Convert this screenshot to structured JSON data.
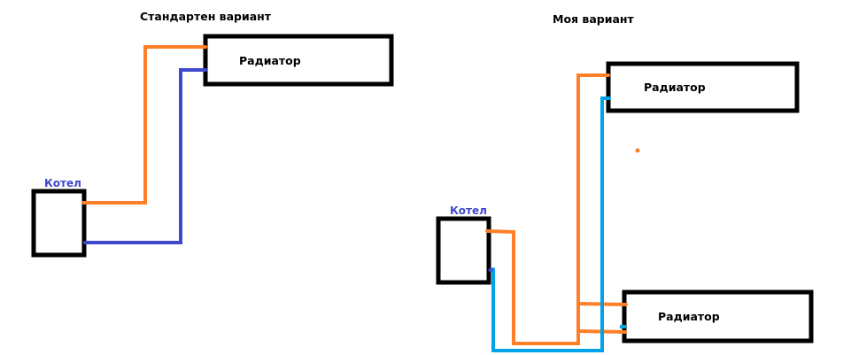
{
  "colors": {
    "hot": "#ff7f27",
    "cold_standard": "#3f48cc",
    "cold_mine": "#00a2e8",
    "box": "#000000",
    "boiler_label": "#3f48cc"
  },
  "standard": {
    "title": "Стандартен вариант",
    "boiler_label": "Котел",
    "radiator_label": "Радиатор"
  },
  "mine": {
    "title": "Моя вариант",
    "boiler_label": "Котел",
    "radiator_top_label": "Радиатор",
    "radiator_bottom_label": "Радиатор"
  }
}
